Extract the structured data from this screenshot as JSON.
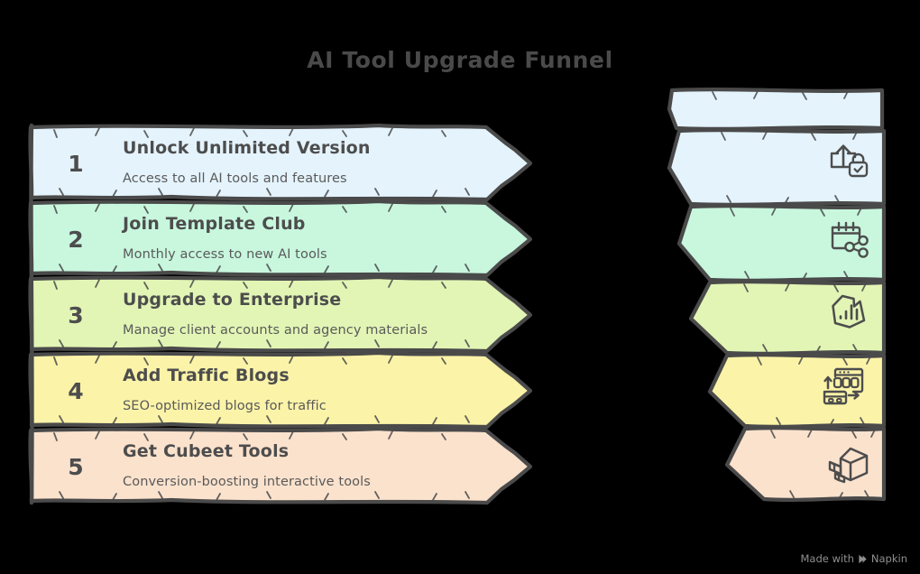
{
  "page": {
    "title": "AI Tool Upgrade Funnel",
    "background_color": "#000000",
    "ink_color": "#4d4d4d"
  },
  "funnel": {
    "steps": [
      {
        "number": "1",
        "title": "Unlock Unlimited Version",
        "description": "Access to all AI tools and features",
        "color": "#e4f3fc",
        "icon": "upload-lock-icon"
      },
      {
        "number": "2",
        "title": "Join Template Club",
        "description": "Monthly access to new AI tools",
        "color": "#c8f7de",
        "icon": "calendar-share-icon"
      },
      {
        "number": "3",
        "title": "Upgrade to Enterprise",
        "description": "Manage client accounts and agency materials",
        "color": "#e2f5b5",
        "icon": "chart-document-icon"
      },
      {
        "number": "4",
        "title": "Add Traffic Blogs",
        "description": "SEO-optimized blogs for traffic",
        "color": "#fbf3a8",
        "icon": "traffic-metrics-icon"
      },
      {
        "number": "5",
        "title": "Get Cubeet Tools",
        "description": "Conversion-boosting interactive tools",
        "color": "#fbe2cd",
        "icon": "cube-stack-icon"
      }
    ]
  },
  "watermark": {
    "text": "Made with",
    "brand": "Napkin"
  }
}
